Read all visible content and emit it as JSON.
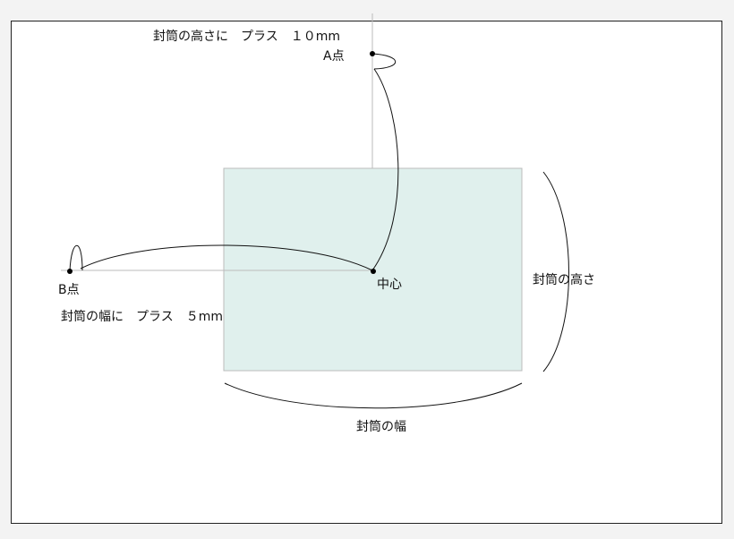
{
  "labels": {
    "top_note": "封筒の高さに　プラス　１０mm",
    "point_a": "A点",
    "point_b": "B点",
    "center": "中心",
    "left_note": "封筒の幅に　プラス　５mm",
    "height": "封筒の高さ",
    "width": "封筒の幅"
  },
  "colors": {
    "envelope_fill": "#e0f0ed",
    "envelope_border": "#bbbbbb"
  }
}
